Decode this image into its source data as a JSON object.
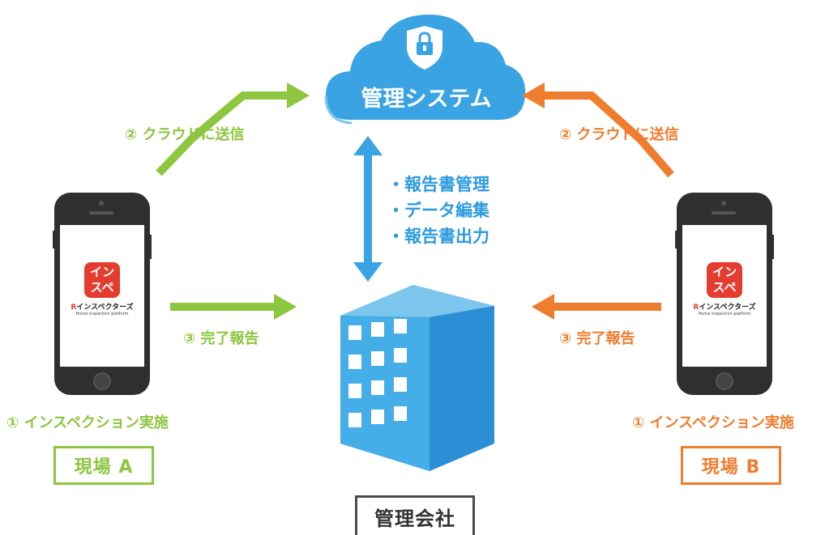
{
  "cloud": {
    "title": "管理システム",
    "icon": "lock-icon",
    "color": "#3aa3e3"
  },
  "building": {
    "label": "管理会社",
    "icon": "office-building-icon",
    "color": "#3aa3e3"
  },
  "center": {
    "items": [
      "・報告書管理",
      "・データ編集",
      "・報告書出力"
    ]
  },
  "left": {
    "send_label": "② クラウドに送信",
    "report_label": "③ 完了報告",
    "inspect_label": "① インスペクション実施",
    "site_label": "現場 A",
    "color": "#8dc63f"
  },
  "right": {
    "send_label": "② クラウドに送信",
    "report_label": "③ 完了報告",
    "inspect_label": "① インスペクション実施",
    "site_label": "現場 B",
    "color": "#ef7d2e"
  },
  "app": {
    "icon_line1": "イン",
    "icon_line2": "スペ",
    "brand_mark": "R",
    "brand_name": "インスペクターズ",
    "tagline": "Home inspection platform"
  }
}
